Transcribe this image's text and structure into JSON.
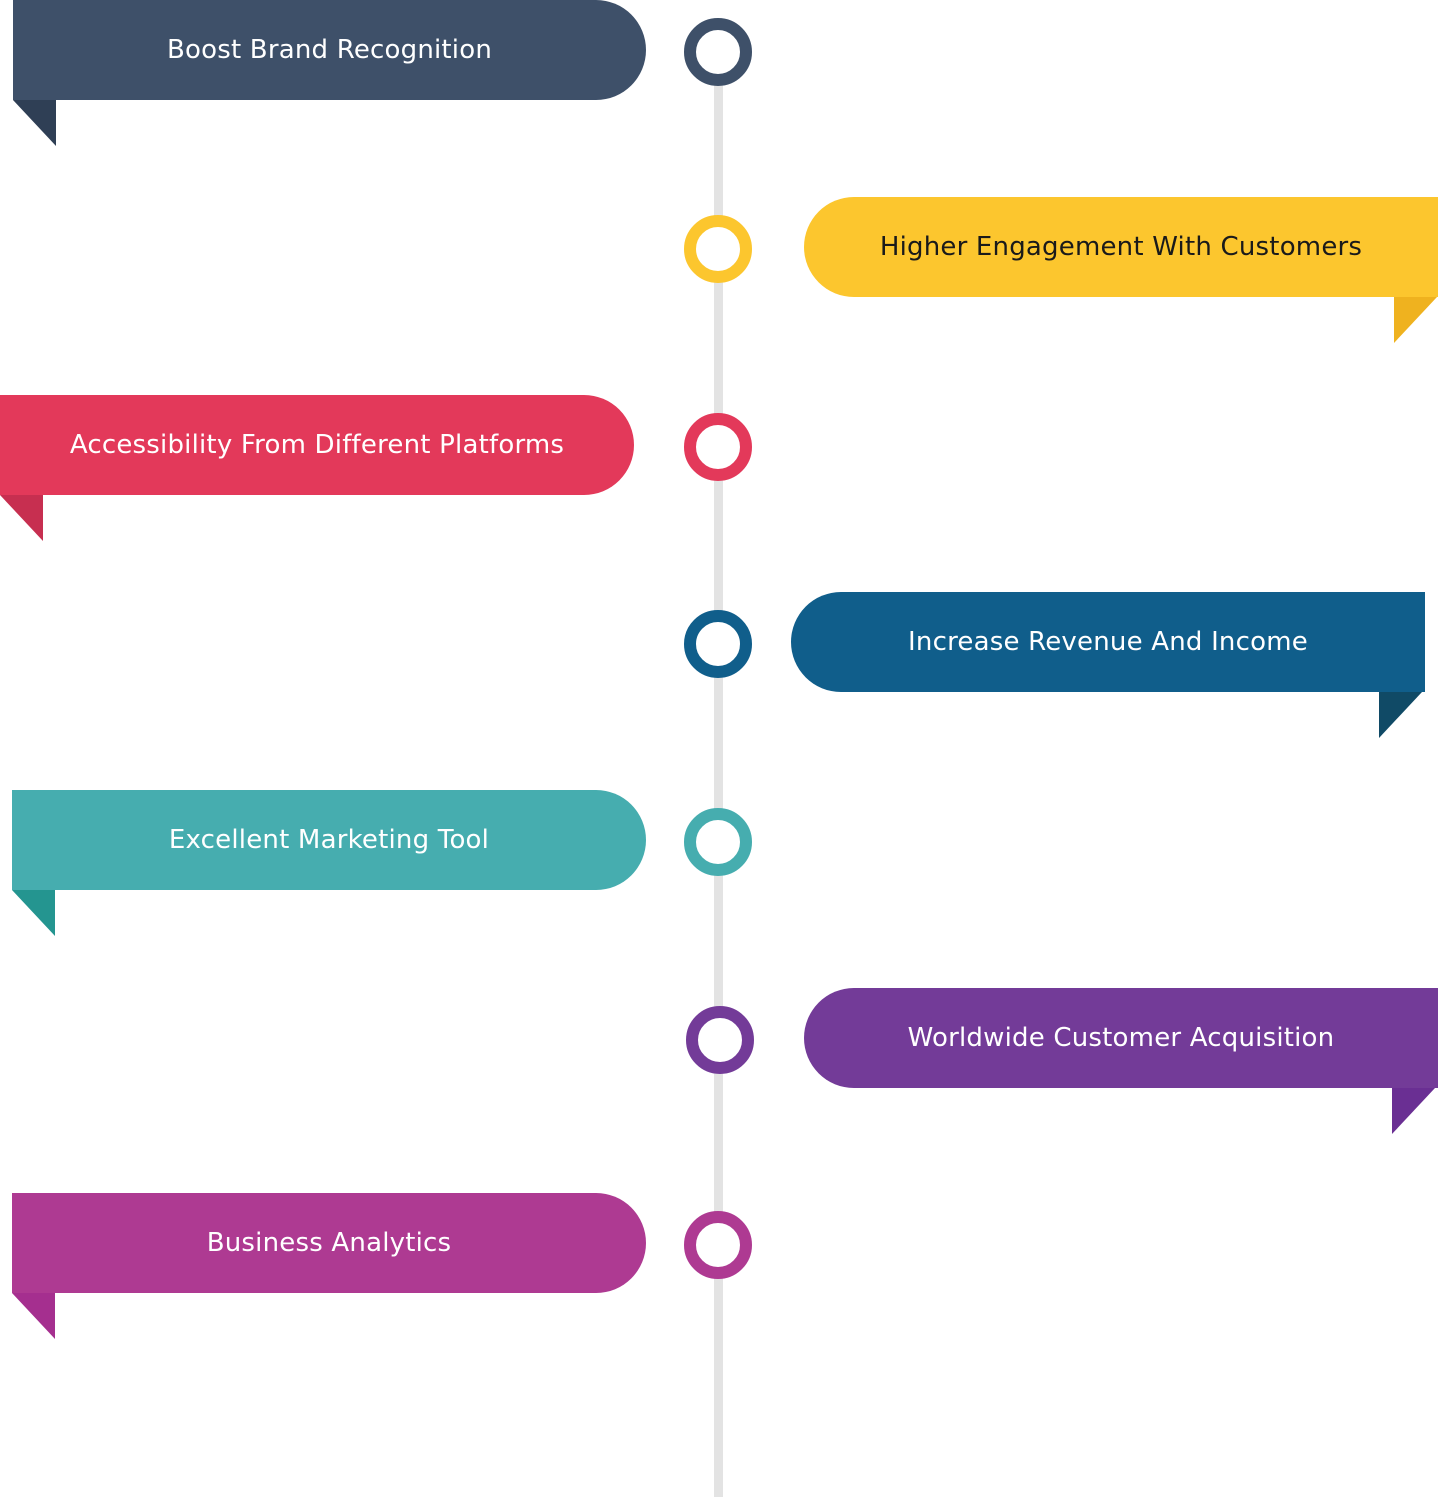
{
  "timeline": {
    "items": [
      {
        "label": "Boost Brand Recognition",
        "side": "left",
        "color": "#3e5069",
        "fold_color": "#2f3f55",
        "text_color": "#ffffff"
      },
      {
        "label": "Higher Engagement With Customers",
        "side": "right",
        "color": "#fcc62e",
        "fold_color": "#efb21f",
        "text_color": "#1a1a1a"
      },
      {
        "label": "Accessibility From Different Platforms",
        "side": "left",
        "color": "#e3395a",
        "fold_color": "#c72f50",
        "text_color": "#ffffff"
      },
      {
        "label": "Increase Revenue And Income",
        "side": "right",
        "color": "#105e8b",
        "fold_color": "#104a66",
        "text_color": "#ffffff"
      },
      {
        "label": "Excellent Marketing Tool",
        "side": "left",
        "color": "#46adaf",
        "fold_color": "#249590",
        "text_color": "#ffffff"
      },
      {
        "label": "Worldwide Customer Acquisition",
        "side": "right",
        "color": "#733b98",
        "fold_color": "#6a2f93",
        "text_color": "#ffffff"
      },
      {
        "label": "Business Analytics",
        "side": "left",
        "color": "#ae3a92",
        "fold_color": "#a52f8f",
        "text_color": "#ffffff"
      }
    ],
    "axis_color": "#e3e3e3"
  }
}
